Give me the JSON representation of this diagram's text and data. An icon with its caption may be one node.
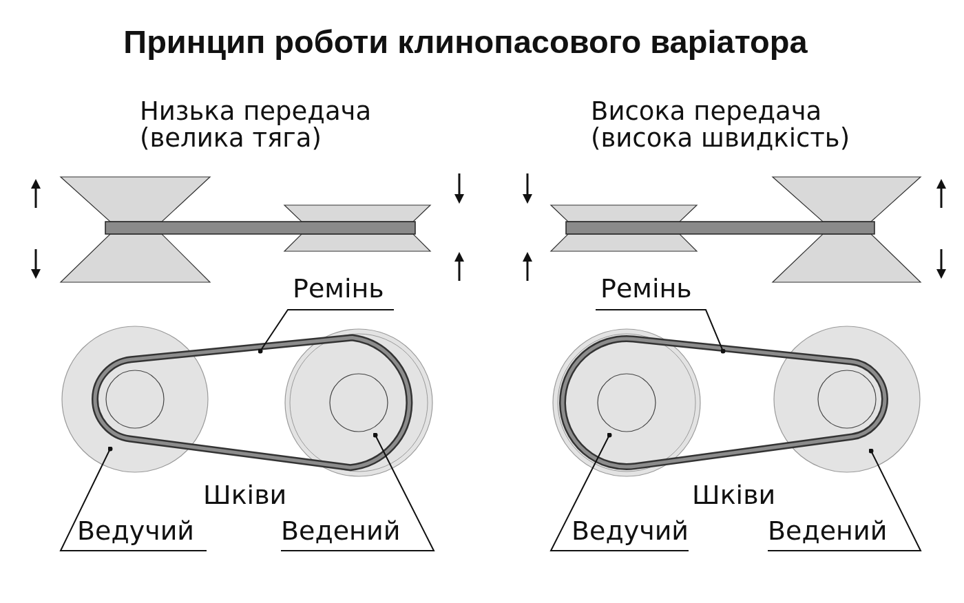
{
  "diagram": {
    "title": "Принцип роботи клинопасового варіатора",
    "nodes": [
      {
        "text": [
          "Ремінь"
        ]
      },
      {
        "text": [],
        "shape": "belt"
      },
      {
        "text": [
          "Ведучий"
        ]
      },
      {
        "text": [],
        "shape": "circle"
      },
      {
        "text": [
          "Ведений"
        ]
      },
      {
        "text": [],
        "shape": "circle"
      },
      {
        "text": [
          "Ремінь"
        ]
      },
      {
        "text": [],
        "shape": "belt"
      },
      {
        "text": [
          "Ведучий"
        ]
      },
      {
        "text": [],
        "shape": "circle"
      },
      {
        "text": [
          "Ведений"
        ]
      },
      {
        "text": [],
        "shape": "circle"
      }
    ],
    "edges": [
      {
        "from": 0,
        "to": 1,
        "arrow": "other"
      },
      {
        "from": 2,
        "to": 3,
        "arrow": "other"
      },
      {
        "from": 4,
        "to": 5,
        "arrow": "other"
      },
      {
        "from": 6,
        "to": 7,
        "arrow": "other"
      },
      {
        "from": 8,
        "to": 9,
        "arrow": "other"
      },
      {
        "from": 10,
        "to": 11,
        "arrow": "other"
      }
    ],
    "labels": [
      "Низька передача (велика тяга)",
      "Висока передача (висока швидкість)",
      "Шківи",
      "Шківи"
    ]
  }
}
